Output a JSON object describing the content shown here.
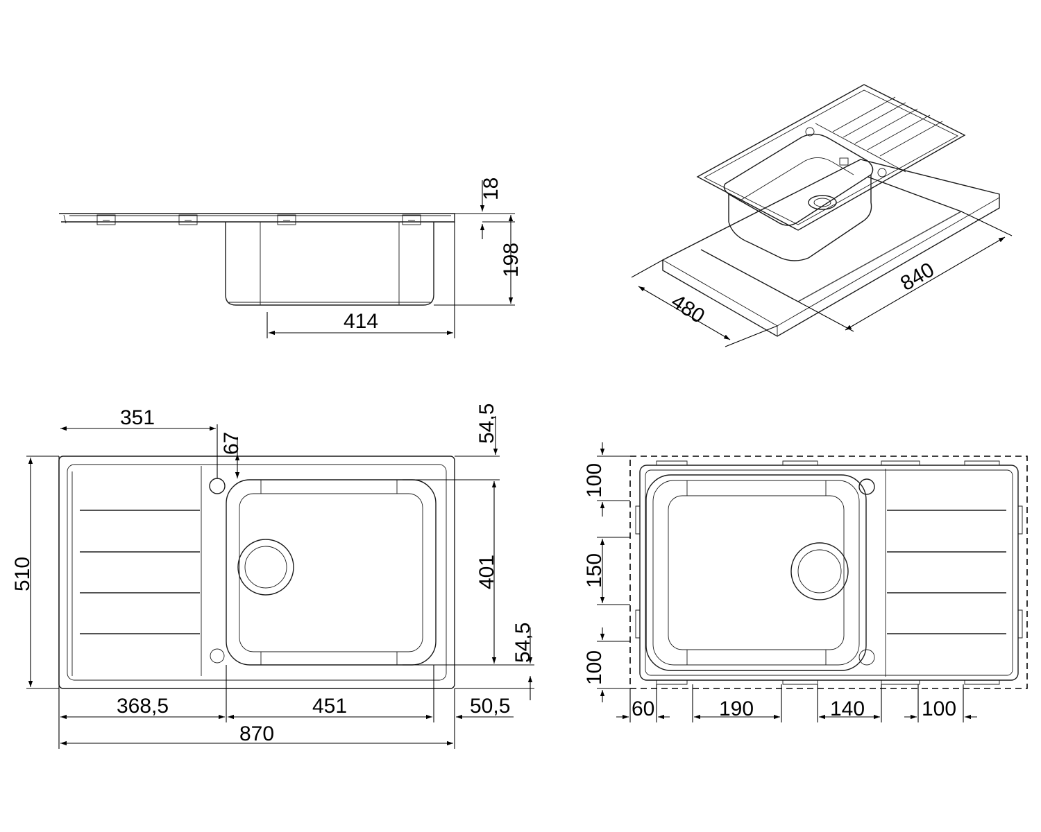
{
  "side_view": {
    "dim_thickness": "18",
    "dim_bowl_depth": "198",
    "dim_bowl_width": "414"
  },
  "iso_view": {
    "dim_cutout_depth": "480",
    "dim_cutout_width": "840"
  },
  "top_view": {
    "dim_tap_hole_offset": "351",
    "dim_tap_hole_from_edge": "67",
    "dim_top_margin": "54,5",
    "dim_overall_depth": "510",
    "dim_bowl_depth": "401",
    "dim_bottom_margin": "54,5",
    "dim_drainer_width": "368,5",
    "dim_bowl_width": "451",
    "dim_right_margin": "50,5",
    "dim_overall_width": "870"
  },
  "cutout_view": {
    "dim_clip_top": "100",
    "dim_clip_middle": "150",
    "dim_clip_bottom": "100",
    "dim_clip_left": "60",
    "dim_clip_190": "190",
    "dim_clip_140": "140",
    "dim_clip_right": "100"
  }
}
